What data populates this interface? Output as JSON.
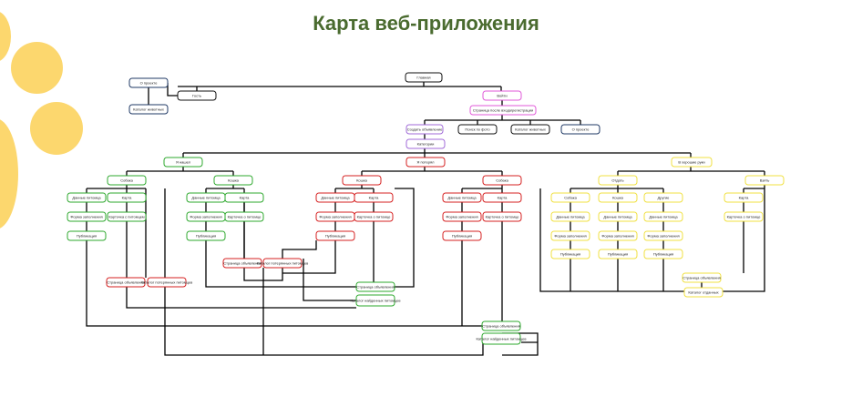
{
  "title": "Карта веб-приложения",
  "colors": {
    "title": "#4a6b2f",
    "line": "#000000",
    "black": "#111111",
    "blue": "#1f3864",
    "pink": "#e05ad8",
    "purple": "#a06ad8",
    "navy": "#1f3864",
    "green": "#2ea82e",
    "red": "#d62020",
    "yellow": "#f0e040",
    "decor": "#fcd76e"
  },
  "nodes": [
    {
      "id": "main",
      "label": "Главная",
      "color": "black"
    },
    {
      "id": "about",
      "label": "О проекте",
      "color": "blue"
    },
    {
      "id": "guest",
      "label": "Гость",
      "color": "black"
    },
    {
      "id": "catalog_animals_g",
      "label": "Каталог животных",
      "color": "navy"
    },
    {
      "id": "login",
      "label": "Войти",
      "color": "pink"
    },
    {
      "id": "after_login",
      "label": "Страница после входа/регистрации",
      "color": "pink"
    },
    {
      "id": "create_ad",
      "label": "Создать объявление",
      "color": "purple"
    },
    {
      "id": "photo_search",
      "label": "Поиск по фото",
      "color": "black"
    },
    {
      "id": "catalog_animals",
      "label": "Каталог животных",
      "color": "black"
    },
    {
      "id": "about2",
      "label": "О проекте",
      "color": "navy"
    },
    {
      "id": "categories",
      "label": "Категории",
      "color": "purple"
    },
    {
      "id": "found",
      "label": "Я нашел",
      "color": "green"
    },
    {
      "id": "lost",
      "label": "Я потерял",
      "color": "red"
    },
    {
      "id": "good_hands",
      "label": "В хорошие руки",
      "color": "yellow"
    },
    {
      "id": "f_dog",
      "label": "Собака",
      "color": "green"
    },
    {
      "id": "f_cat",
      "label": "Кошка",
      "color": "green"
    },
    {
      "id": "f_dog_data",
      "label": "Данные питомца",
      "color": "green"
    },
    {
      "id": "f_dog_map",
      "label": "Карта",
      "color": "green"
    },
    {
      "id": "f_dog_form",
      "label": "Форма заполнения",
      "color": "green"
    },
    {
      "id": "f_dog_card",
      "label": "Карточка с питомцем",
      "color": "green"
    },
    {
      "id": "f_dog_pub",
      "label": "Публикация",
      "color": "green"
    },
    {
      "id": "f_cat_data",
      "label": "Данные питомца",
      "color": "green"
    },
    {
      "id": "f_cat_map",
      "label": "Карта",
      "color": "green"
    },
    {
      "id": "f_cat_form",
      "label": "Форма заполнения",
      "color": "green"
    },
    {
      "id": "f_cat_card",
      "label": "Карточка о питомце",
      "color": "green"
    },
    {
      "id": "f_cat_pub",
      "label": "Публикация",
      "color": "green"
    },
    {
      "id": "l_cat",
      "label": "Кошка",
      "color": "red"
    },
    {
      "id": "l_dog",
      "label": "Собака",
      "color": "red"
    },
    {
      "id": "l_cat_data",
      "label": "Данные питомца",
      "color": "red"
    },
    {
      "id": "l_cat_map",
      "label": "Карта",
      "color": "red"
    },
    {
      "id": "l_cat_form",
      "label": "Форма заполнения",
      "color": "red"
    },
    {
      "id": "l_cat_card",
      "label": "Карточка о питомце",
      "color": "red"
    },
    {
      "id": "l_cat_pub",
      "label": "Публикация",
      "color": "red"
    },
    {
      "id": "l_dog_data",
      "label": "Данные питомца",
      "color": "red"
    },
    {
      "id": "l_dog_map",
      "label": "Карта",
      "color": "red"
    },
    {
      "id": "l_dog_form",
      "label": "Форма заполнения",
      "color": "red"
    },
    {
      "id": "l_dog_card",
      "label": "Карточка о питомце",
      "color": "red"
    },
    {
      "id": "l_dog_pub",
      "label": "Публикация",
      "color": "red"
    },
    {
      "id": "g_other",
      "label": "Отдать",
      "color": "yellow"
    },
    {
      "id": "g_take",
      "label": "Взять",
      "color": "yellow"
    },
    {
      "id": "g_dog",
      "label": "Собака",
      "color": "yellow"
    },
    {
      "id": "g_cat",
      "label": "Кошка",
      "color": "yellow"
    },
    {
      "id": "g_other2",
      "label": "Другие",
      "color": "yellow"
    },
    {
      "id": "g_map",
      "label": "Карта",
      "color": "yellow"
    },
    {
      "id": "g_dog_data",
      "label": "Данные питомца",
      "color": "yellow"
    },
    {
      "id": "g_cat_data",
      "label": "Данные питомца",
      "color": "yellow"
    },
    {
      "id": "g_other_data",
      "label": "Данные питомца",
      "color": "yellow"
    },
    {
      "id": "g_card",
      "label": "Карточка о питомце",
      "color": "yellow"
    },
    {
      "id": "g_dog_form",
      "label": "Форма заполнения",
      "color": "yellow"
    },
    {
      "id": "g_cat_form",
      "label": "Форма заполнения",
      "color": "yellow"
    },
    {
      "id": "g_other_form",
      "label": "Форма заполнения",
      "color": "yellow"
    },
    {
      "id": "g_dog_pub",
      "label": "Публикация",
      "color": "yellow"
    },
    {
      "id": "g_cat_pub",
      "label": "Публикация",
      "color": "yellow"
    },
    {
      "id": "g_other_pub",
      "label": "Публикация",
      "color": "yellow"
    },
    {
      "id": "g_ads",
      "label": "Страница объявления",
      "color": "yellow"
    },
    {
      "id": "g_catalog",
      "label": "Каталог отданных",
      "color": "yellow"
    },
    {
      "id": "f_ads",
      "label": "Страница объявления",
      "color": "red"
    },
    {
      "id": "f_catalog_lost",
      "label": "Каталог потерянных питомцев",
      "color": "red"
    },
    {
      "id": "f_ads2",
      "label": "Страница объявления",
      "color": "red"
    },
    {
      "id": "f_catalog_lost2",
      "label": "Каталог потерянных питомцев",
      "color": "red"
    },
    {
      "id": "l_ads",
      "label": "Страница объявления",
      "color": "green"
    },
    {
      "id": "l_catalog_found",
      "label": "Каталог найденных питомцев",
      "color": "green"
    },
    {
      "id": "b_ads",
      "label": "Страница объявления",
      "color": "green"
    },
    {
      "id": "b_catalog_found",
      "label": "Каталог найденных питомцев",
      "color": "green"
    }
  ]
}
